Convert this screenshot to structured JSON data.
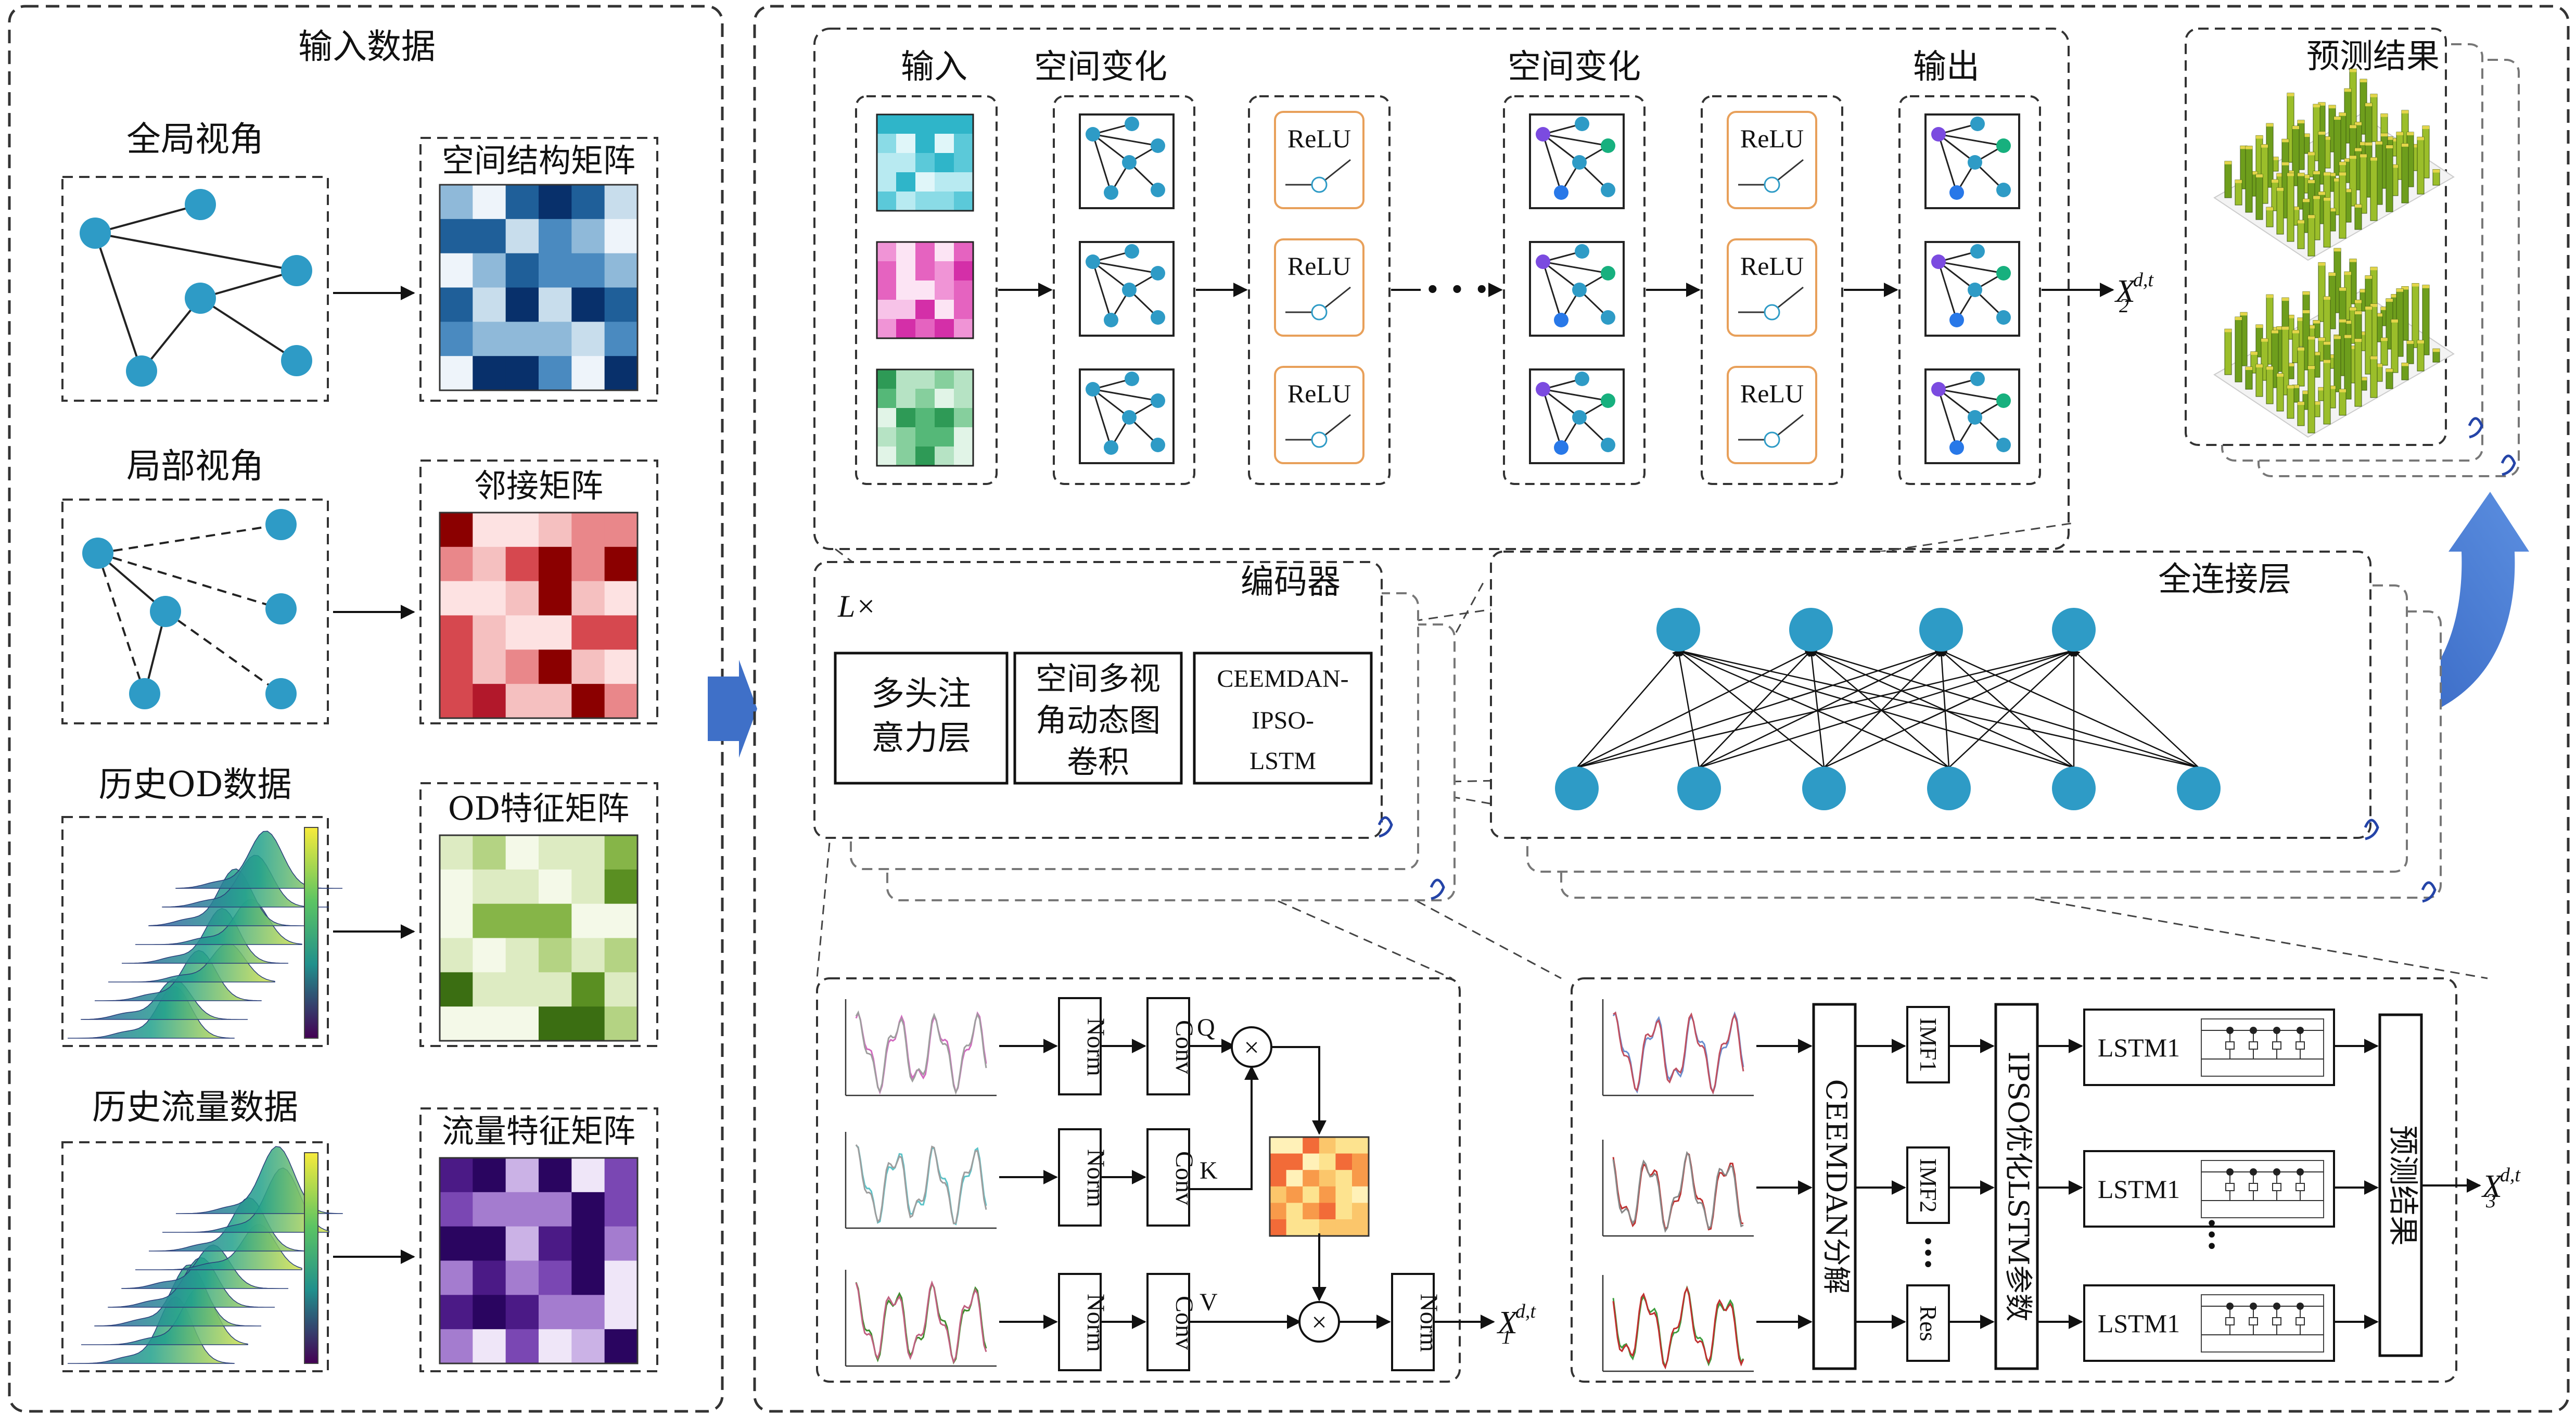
{
  "input_panel": {
    "title": "输入数据",
    "global_view": "全局视角",
    "spatial_matrix": "空间结构矩阵",
    "local_view": "局部视角",
    "adjacency_matrix": "邻接矩阵",
    "hist_od": "历史OD数据",
    "od_matrix": "OD特征矩阵",
    "hist_flow": "历史流量数据",
    "flow_matrix": "流量特征矩阵"
  },
  "gcn_block": {
    "input": "输入",
    "spatial_1": "空间变化",
    "spatial_2": "空间变化",
    "output": "输出",
    "relu": "ReLU",
    "dots": "• • •",
    "out_sym": "X",
    "out_sup": "d,t",
    "out_sub": "2"
  },
  "prediction": {
    "title": "预测结果"
  },
  "encoder": {
    "title": "编码器",
    "repeat": "L×",
    "mha_1": "多头注",
    "mha_2": "意力层",
    "smv_1": "空间多视",
    "smv_2": "角动态图",
    "smv_3": "卷积",
    "cel_1": "CEEMDAN-",
    "cel_2": "IPSO-",
    "cel_3": "LSTM"
  },
  "fc": {
    "title": "全连接层"
  },
  "attention": {
    "norm": "Norm",
    "conv": "Conv",
    "q": "Q",
    "k": "K",
    "v": "V",
    "out_sym": "X",
    "out_sup": "d,t",
    "out_sub": "1"
  },
  "lstm_block": {
    "ceemdan": "CEEMDAN分解",
    "imf1": "IMF1",
    "imf2": "IMF2",
    "res": "Res",
    "ipso": "IPSO优化LSTM参数",
    "lstm": "LSTM1",
    "result": "预测结果",
    "out_sym": "X",
    "out_sup": "d,t",
    "out_sub": "3"
  },
  "colors": {
    "node": "#2E9BC6",
    "relu_border": "#E8A05A",
    "arrow_big": "#3F70C8",
    "spatial": [
      "#08306B",
      "#1F5F99",
      "#4A8AC0",
      "#8FB9D9",
      "#C8DDEC",
      "#EEF4FA"
    ],
    "adjacency": [
      "#8B0000",
      "#B2182B",
      "#D6484F",
      "#E9878A",
      "#F5C0C0",
      "#FDE2E2"
    ],
    "od": [
      "#3B6E12",
      "#5A8F22",
      "#86B548",
      "#B4D383",
      "#DDEBC2",
      "#F4F9E8"
    ],
    "flow": [
      "#2A0560",
      "#4B1A86",
      "#7A47B3",
      "#A47CCF",
      "#CBB2E6",
      "#EFE6F8"
    ],
    "heat": [
      "#F26B38",
      "#F89A4A",
      "#FBC66B",
      "#FDE38F",
      "#FFF1B8"
    ]
  }
}
